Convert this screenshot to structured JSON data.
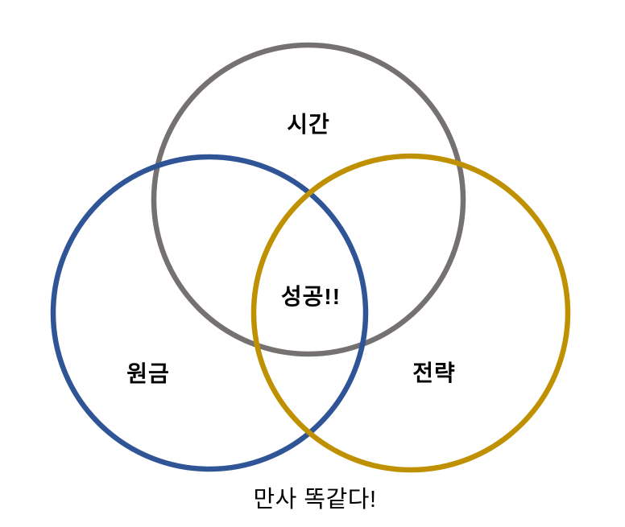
{
  "venn": {
    "circles": [
      {
        "id": "time",
        "label": "시간",
        "color": "#767171"
      },
      {
        "id": "principal",
        "label": "원금",
        "color": "#2F5597"
      },
      {
        "id": "strategy",
        "label": "전략",
        "color": "#BF9000"
      }
    ],
    "center_label": "성공!!",
    "caption": "만사 똑같다!",
    "background_color": "#ffffff",
    "text_color": "#000000"
  }
}
